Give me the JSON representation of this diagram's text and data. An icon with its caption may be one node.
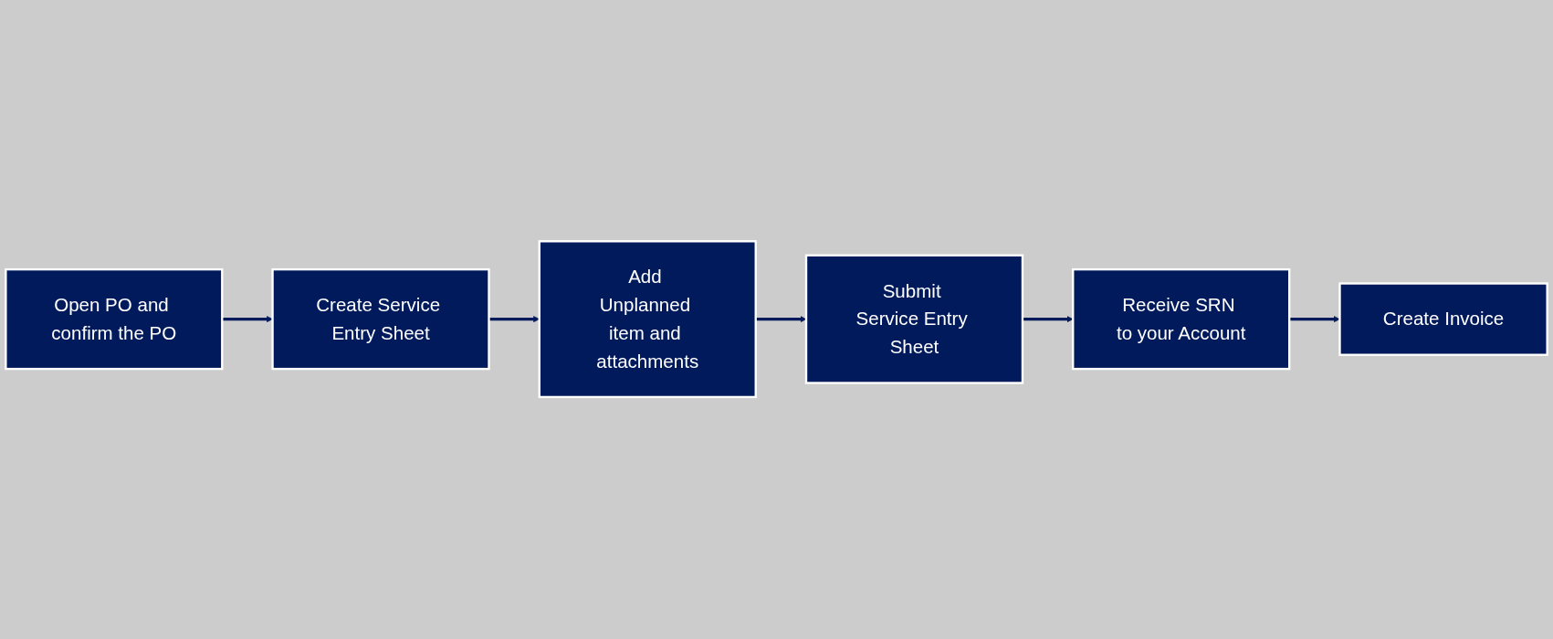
{
  "diagram": {
    "nodes": [
      {
        "text": [
          "Open PO and confirm the PO"
        ]
      },
      {
        "text": [
          "Create Service Entry Sheet"
        ]
      },
      {
        "text": [
          "Add Unplanned item and attachments"
        ]
      },
      {
        "text": [
          "Submit Service Entry Sheet"
        ]
      },
      {
        "text": [
          "Receive SRN to your Account"
        ]
      },
      {
        "text": [
          "Create Invoice"
        ]
      }
    ],
    "edges": [
      {
        "from": 0,
        "to": 1,
        "arrow": "to"
      },
      {
        "from": 1,
        "to": 2,
        "arrow": "to"
      },
      {
        "from": 2,
        "to": 3,
        "arrow": "to"
      },
      {
        "from": 3,
        "to": 4,
        "arrow": "to"
      },
      {
        "from": 4,
        "to": 5,
        "arrow": "to"
      }
    ]
  }
}
